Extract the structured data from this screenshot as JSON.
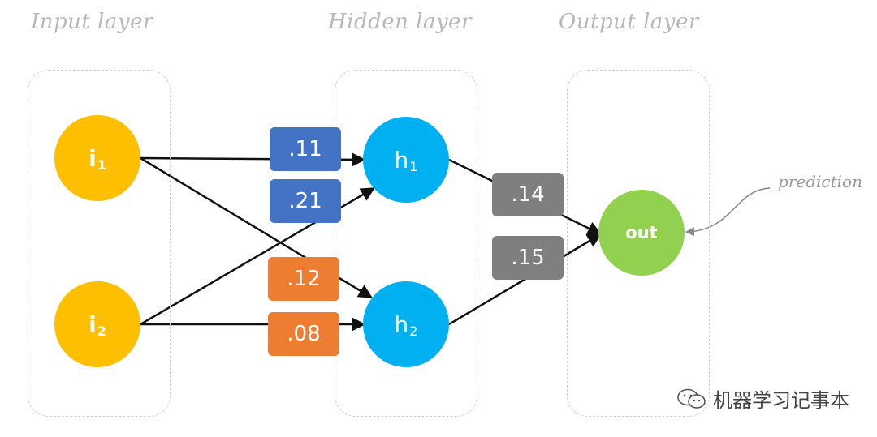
{
  "titles": {
    "input": "Input layer",
    "hidden": "Hidden layer",
    "output": "Output layer"
  },
  "nodes": {
    "i1": {
      "label": "i",
      "sub": "1"
    },
    "i2": {
      "label": "i",
      "sub": "2"
    },
    "h1": {
      "label": "h",
      "sub": "1"
    },
    "h2": {
      "label": "h",
      "sub": "2"
    },
    "out": {
      "label": "out"
    }
  },
  "weights": {
    "w_i1_h1": ".11",
    "w_i2_h1": ".21",
    "w_i1_h2": ".12",
    "w_i2_h2": ".08",
    "w_h1_out": ".14",
    "w_h2_out": ".15"
  },
  "annotation": "prediction",
  "watermark": "机器学习记事本",
  "icons": {
    "watermark": "wechat-icon"
  },
  "colors": {
    "input_node": "#FDBF00",
    "hidden_node": "#00B0F0",
    "output_node": "#92D050",
    "weight_blue": "#4472C4",
    "weight_orange": "#ED7D31",
    "weight_gray": "#7F7F7F",
    "title": "#B8B8B8",
    "dashed_border": "#CFCFCF"
  }
}
